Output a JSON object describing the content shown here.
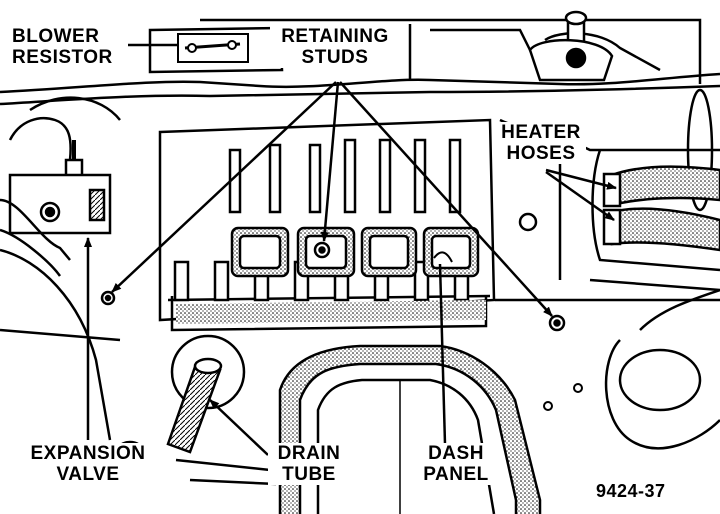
{
  "diagram": {
    "labels": {
      "blower_resistor": [
        "BLOWER",
        "RESISTOR"
      ],
      "retaining_studs": [
        "RETAINING",
        "STUDS"
      ],
      "heater_hoses": [
        "HEATER",
        "HOSES"
      ],
      "expansion_valve": [
        "EXPANSION",
        "VALVE"
      ],
      "drain_tube": [
        "DRAIN",
        "TUBE"
      ],
      "dash_panel": [
        "DASH",
        "PANEL"
      ]
    },
    "figure_number": "9424-37",
    "colors": {
      "ink": "#000000",
      "paper": "#ffffff"
    }
  }
}
